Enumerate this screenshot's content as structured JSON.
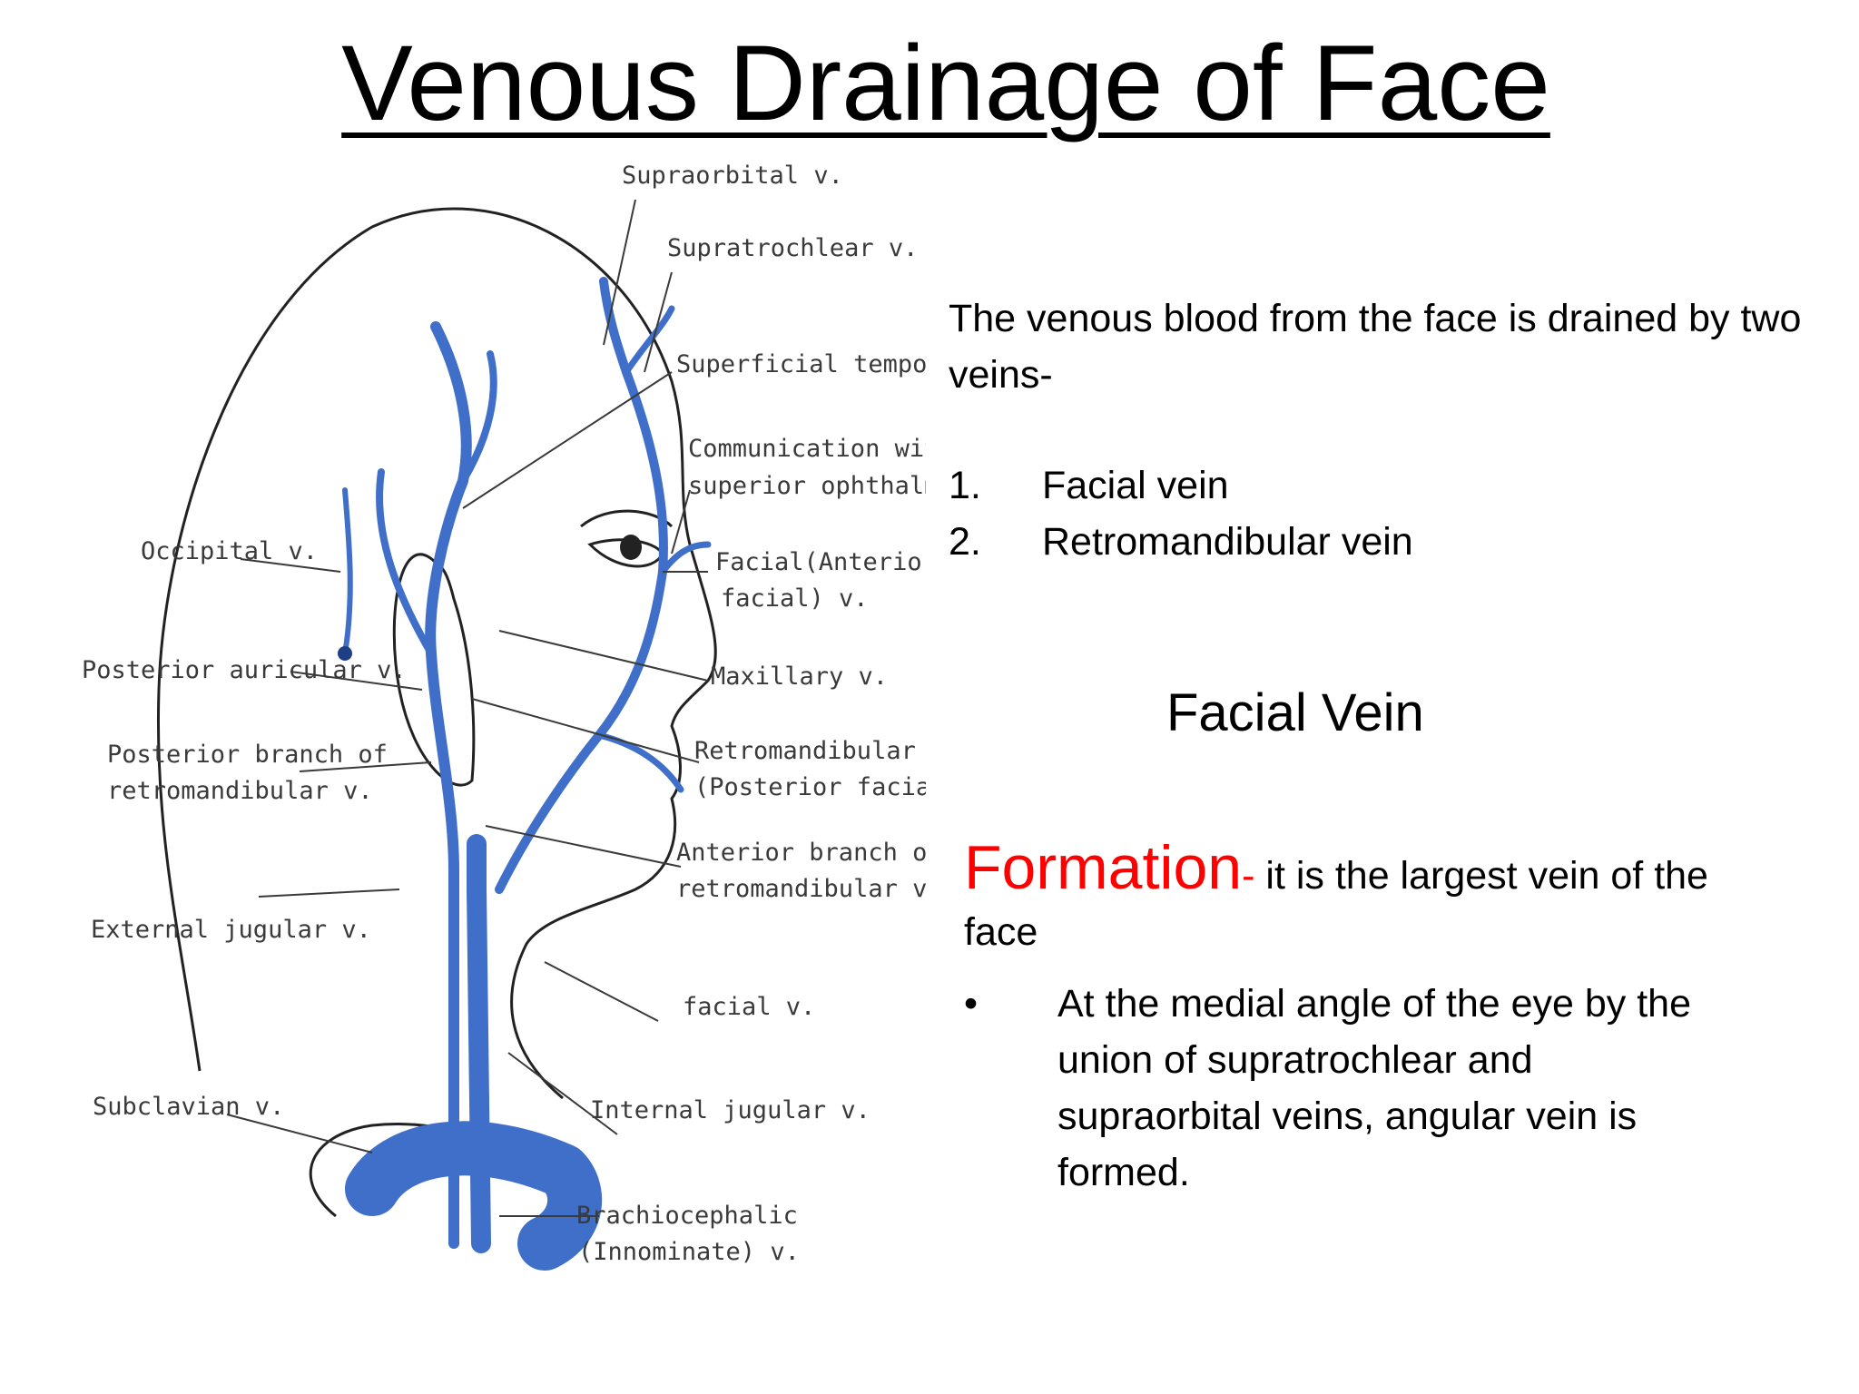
{
  "slide": {
    "title": "Venous Drainage of Face",
    "intro": "The venous blood from the face is drained by two veins-",
    "veins": [
      {
        "num": "1.",
        "label": "Facial vein"
      },
      {
        "num": "2.",
        "label": "Retromandibular vein"
      }
    ],
    "section_heading": "Facial Vein",
    "formation_word": "Formation",
    "formation_dash": "-",
    "formation_text": " it is the largest vein of the face",
    "bullet_symbol": "•",
    "bullet_text": "At the medial angle of the eye by the union of supratrochlear and supraorbital veins, angular vein is formed."
  },
  "figure": {
    "vein_color": "#3f6fc8",
    "labels": {
      "supraorbital": "Supraorbital v.",
      "supratrochlear": "Supratrochlear v.",
      "superficial_temporal": "Superficial temporal v.",
      "communication_1": "Communication with the",
      "communication_2": "superior ophthalmic v.",
      "occipital": "Occipital v.",
      "facial_anterior_1": "Facial(Anterior",
      "facial_anterior_2": "facial) v.",
      "posterior_auricular": "Posterior auricular v.",
      "maxillary": "Maxillary v.",
      "posterior_branch_1": "Posterior branch of",
      "posterior_branch_2": "retromandibular v.",
      "retromandibular_1": "Retromandibular",
      "retromandibular_2": "(Posterior facial) v.",
      "anterior_branch_1": "Anterior branch of",
      "anterior_branch_2": "retromandibular v.",
      "external_jugular": "External jugular v.",
      "facial": "facial v.",
      "subclavian": "Subclavian v.",
      "internal_jugular": "Internal jugular v.",
      "brachiocephalic_1": "Brachiocephalic",
      "brachiocephalic_2": "(Innominate) v."
    }
  }
}
